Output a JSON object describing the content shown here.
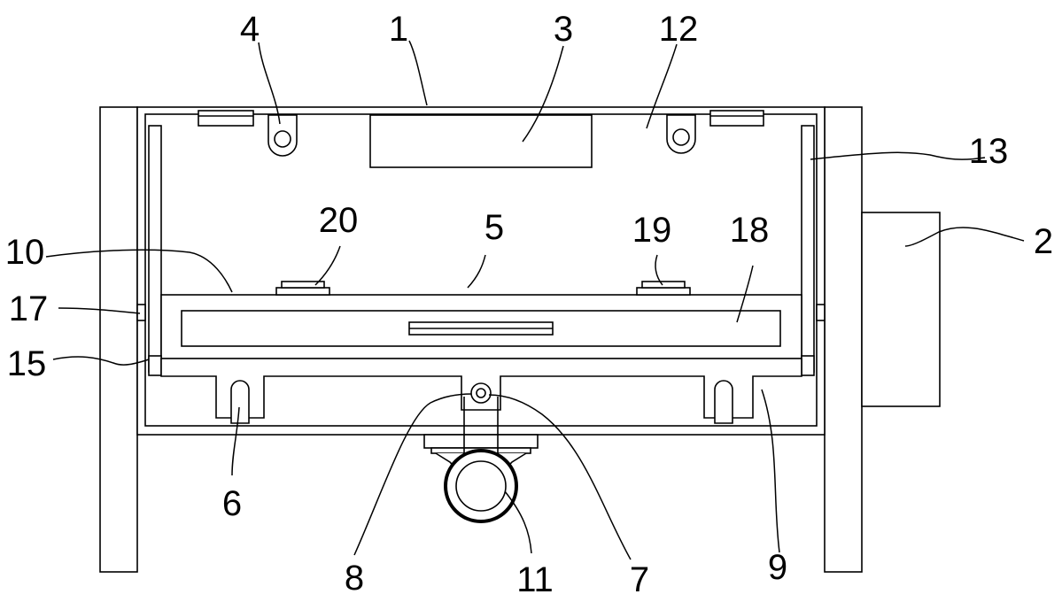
{
  "figure": {
    "labels": [
      {
        "id": "1",
        "text": "1"
      },
      {
        "id": "2",
        "text": "2"
      },
      {
        "id": "3",
        "text": "3"
      },
      {
        "id": "4",
        "text": "4"
      },
      {
        "id": "5",
        "text": "5"
      },
      {
        "id": "6",
        "text": "6"
      },
      {
        "id": "7",
        "text": "7"
      },
      {
        "id": "8",
        "text": "8"
      },
      {
        "id": "9",
        "text": "9"
      },
      {
        "id": "10",
        "text": "10"
      },
      {
        "id": "11",
        "text": "11"
      },
      {
        "id": "12",
        "text": "12"
      },
      {
        "id": "13",
        "text": "13"
      },
      {
        "id": "15",
        "text": "15"
      },
      {
        "id": "17",
        "text": "17"
      },
      {
        "id": "18",
        "text": "18"
      },
      {
        "id": "19",
        "text": "19"
      },
      {
        "id": "20",
        "text": "20"
      }
    ]
  }
}
